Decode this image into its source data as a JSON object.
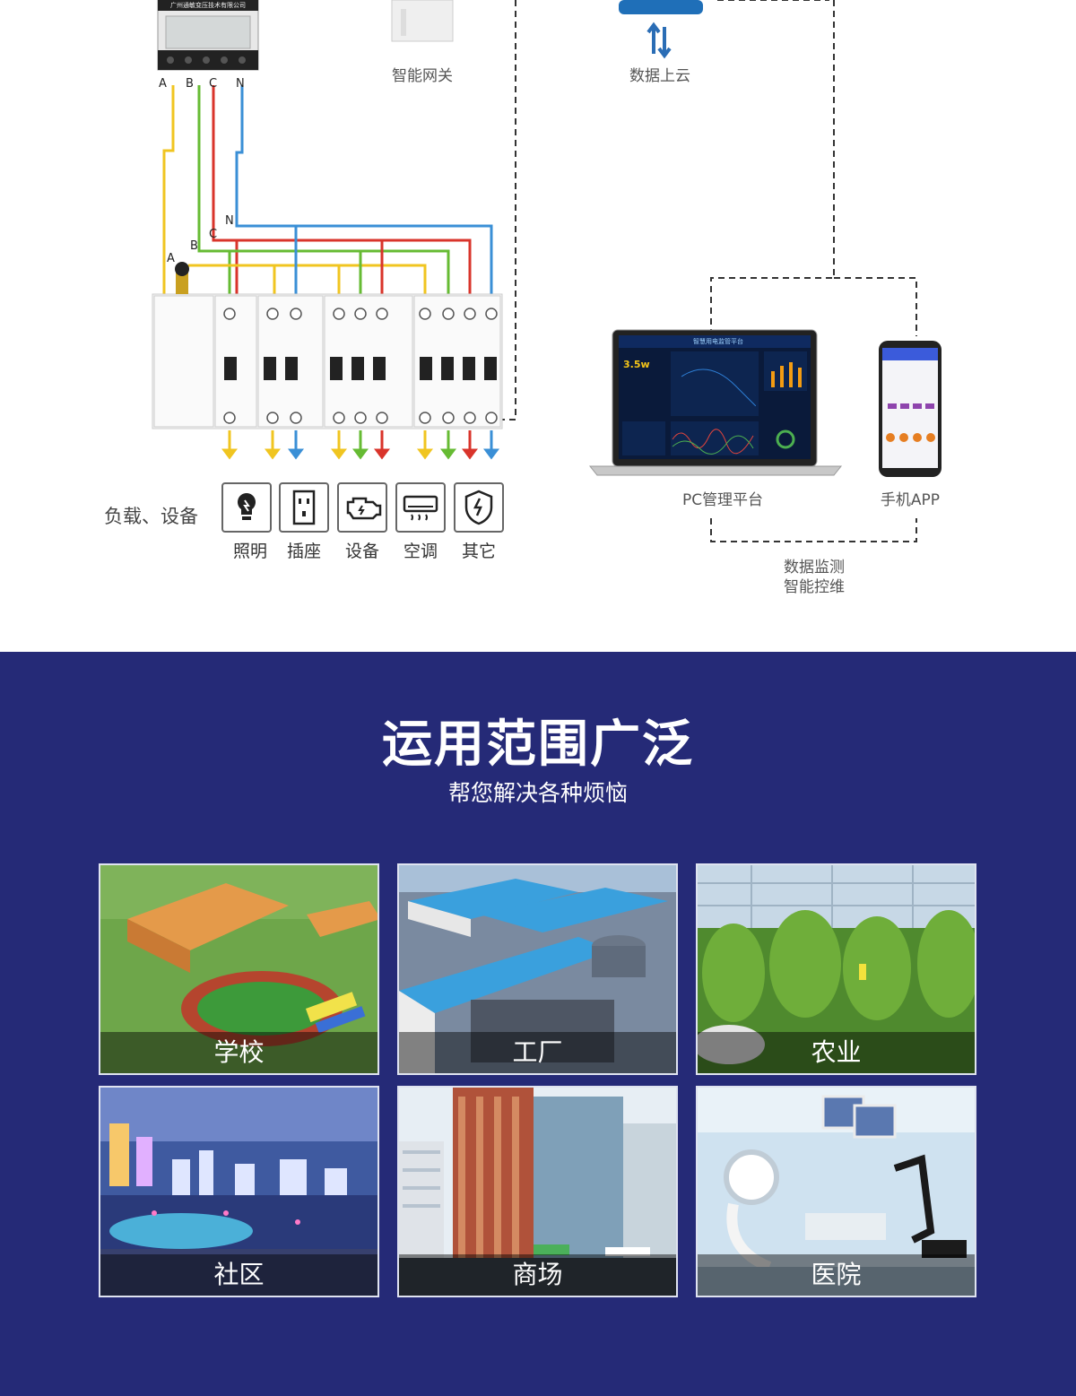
{
  "diagram": {
    "meter_text": "广州通敏变压技术有限公司",
    "meter_phases": [
      "A",
      "B",
      "C",
      "N"
    ],
    "bus_phases": [
      "N",
      "C",
      "B",
      "A"
    ],
    "gateway_label": "智能网关",
    "cloud_label": "数据上云",
    "pc_label": "PC管理平台",
    "app_label": "手机APP",
    "monitor_line1": "数据监测",
    "monitor_line2": "智能控维",
    "loads_title": "负载、设备",
    "loads": [
      {
        "label": "照明",
        "icon": "bulb-icon"
      },
      {
        "label": "插座",
        "icon": "socket-icon"
      },
      {
        "label": "设备",
        "icon": "engine-icon"
      },
      {
        "label": "空调",
        "icon": "air-conditioner-icon"
      },
      {
        "label": "其它",
        "icon": "shield-icon"
      }
    ],
    "dashboard": {
      "title": "智慧用电监管平台",
      "power_value": "3.5w"
    }
  },
  "section": {
    "title": "运用范围广泛",
    "subtitle": "帮您解决各种烦恼"
  },
  "scenes": [
    {
      "label": "学校",
      "scene": "school"
    },
    {
      "label": "工厂",
      "scene": "factory"
    },
    {
      "label": "农业",
      "scene": "greenhouse"
    },
    {
      "label": "社区",
      "scene": "community"
    },
    {
      "label": "商场",
      "scene": "mall"
    },
    {
      "label": "医院",
      "scene": "hospital"
    }
  ],
  "colors": {
    "bg_blue": "#252a77",
    "wire_yellow": "#f0c520",
    "wire_green": "#66bb33",
    "wire_red": "#d9342b",
    "wire_blue": "#3a8fd6"
  }
}
